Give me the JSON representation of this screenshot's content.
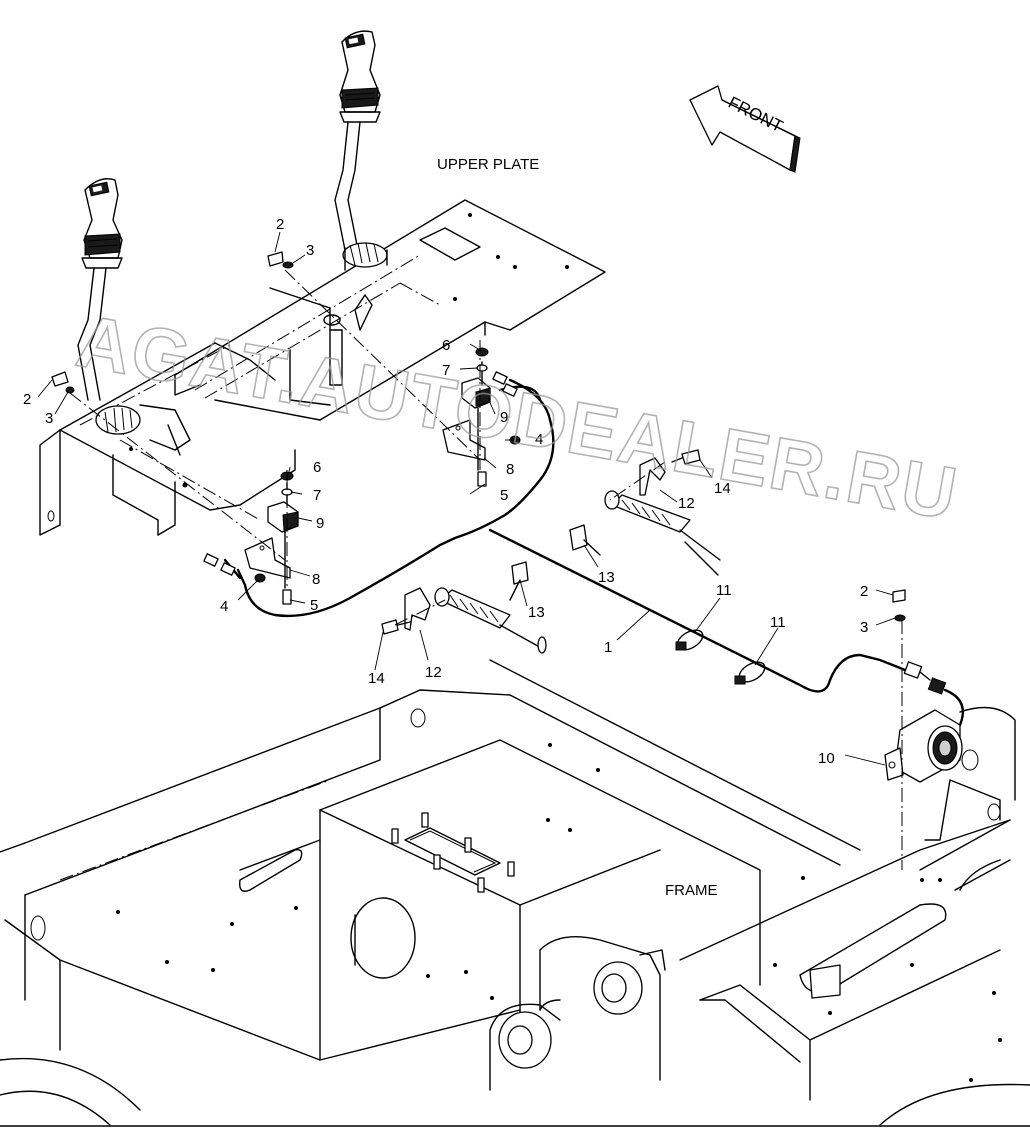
{
  "diagram": {
    "labels": {
      "upper_plate": "UPPER PLATE",
      "frame": "FRAME",
      "front": "FRONT"
    },
    "watermark": "AGAT.AUTODEALER.RU",
    "callouts": [
      "1",
      "2",
      "2",
      "2",
      "3",
      "3",
      "3",
      "4",
      "4",
      "5",
      "5",
      "6",
      "6",
      "7",
      "7",
      "8",
      "8",
      "9",
      "9",
      "10",
      "11",
      "11",
      "12",
      "12",
      "13",
      "13",
      "14",
      "14"
    ]
  }
}
